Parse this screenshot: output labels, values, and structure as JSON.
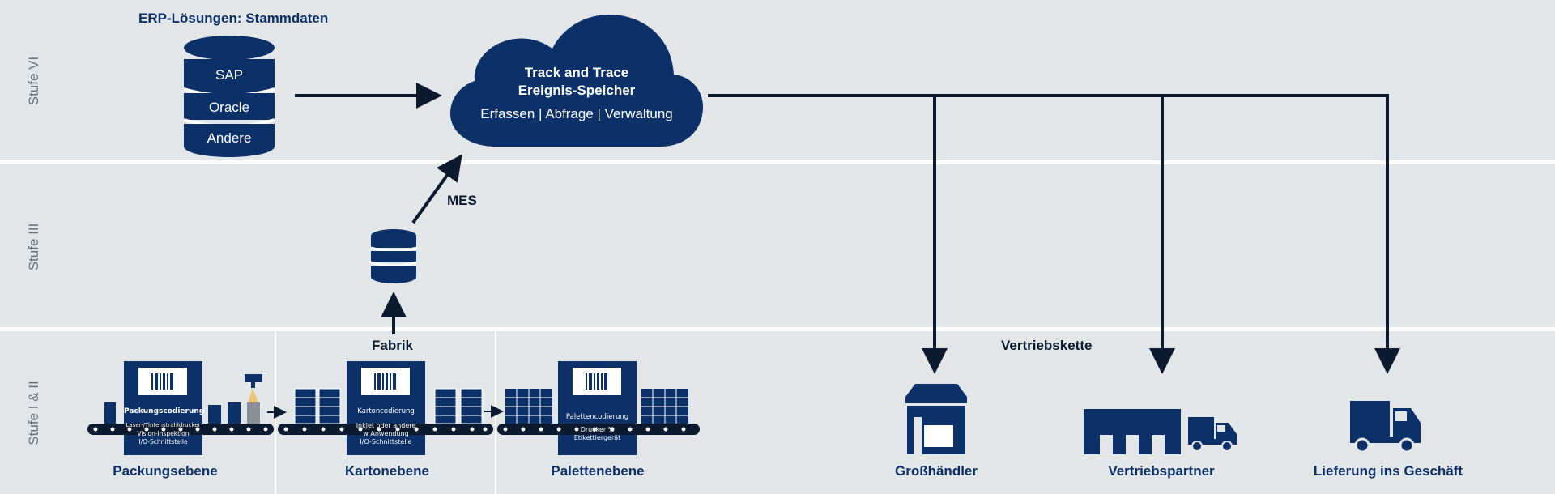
{
  "stages": {
    "top": "Stufe VI",
    "middle": "Stufe III",
    "bottom": "Stufe I & II"
  },
  "erp": {
    "title": "ERP-Lösungen: Stammdaten",
    "db_items": [
      "SAP",
      "Oracle",
      "Andere"
    ]
  },
  "cloud": {
    "title1": "Track and Trace",
    "title2": "Ereignis-Speicher",
    "subtitle": "Erfassen | Abfrage | Verwaltung"
  },
  "mes_label": "MES",
  "fabrik_label": "Fabrik",
  "vertriebskette_label": "Vertriebskette",
  "levels": [
    {
      "name": "Packungsebene",
      "box_title": "Packungscodierung",
      "box_lines": [
        "Laser-/Tintenstrahldrucker",
        "Vision-Inspektion",
        "I/O-Schnittstelle"
      ]
    },
    {
      "name": "Kartonebene",
      "box_title": "Kartoncodierung",
      "box_lines": [
        "Inkjet oder andere",
        "w Anwendung",
        "I/O-Schnittstelle"
      ]
    },
    {
      "name": "Palettenebene",
      "box_title": "Palettencodierung",
      "box_lines": [
        "Drucker %",
        "Etikettiergerät"
      ]
    }
  ],
  "distribution": [
    {
      "name": "Großhändler",
      "icon": "warehouse-icon"
    },
    {
      "name": "Vertriebspartner",
      "icon": "distribution-center-icon"
    },
    {
      "name": "Lieferung ins Geschäft",
      "icon": "delivery-truck-icon"
    }
  ],
  "colors": {
    "navy": "#0b3168",
    "dark": "#0b1a2e",
    "background": "#e3e6e8",
    "separator": "#ffffff"
  }
}
